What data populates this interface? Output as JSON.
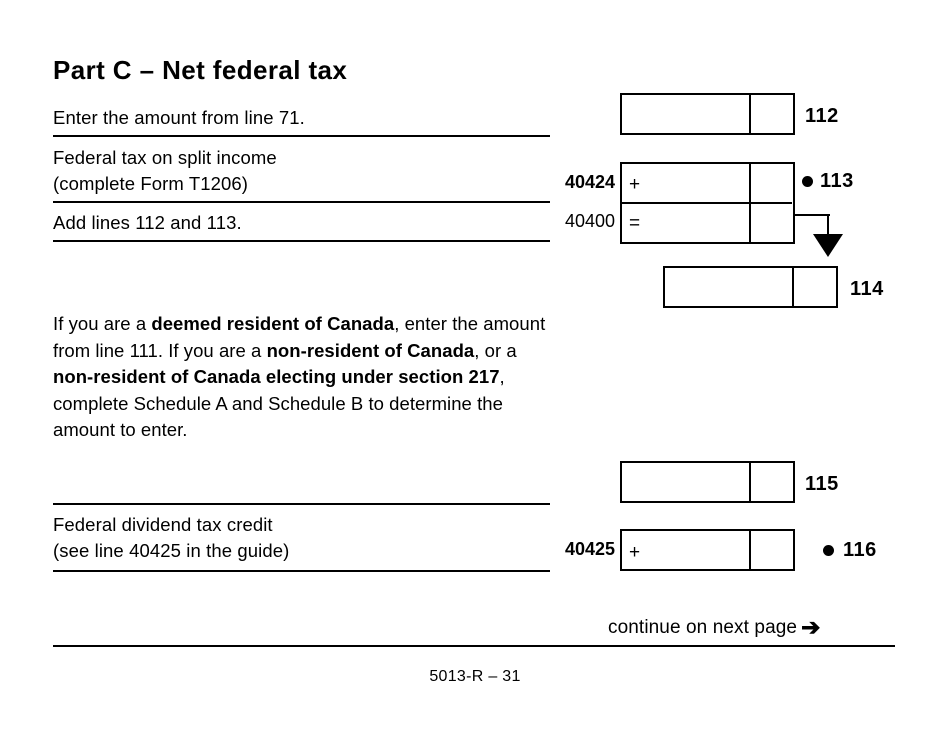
{
  "page": {
    "title": "Part C – Net federal tax",
    "form_id": "5013-R – 31",
    "continue_text": "continue on next page",
    "continue_arrow": "➔"
  },
  "rows": [
    {
      "id": "line-112",
      "label": "Enter the amount from line 71.",
      "code": "",
      "operator": "",
      "line_no": "112",
      "bullet": false,
      "value": "",
      "cents": ""
    },
    {
      "id": "line-113",
      "label_line1": "Federal tax on split income",
      "label_line2": "(complete Form T1206)",
      "code": "40424",
      "operator": "+",
      "line_no": "113",
      "bullet": true,
      "value": "",
      "cents": ""
    },
    {
      "id": "line-40400",
      "label": "Add lines 112 and 113.",
      "code": "40400",
      "operator": "=",
      "line_no": "",
      "bullet": false,
      "value": "",
      "cents": ""
    },
    {
      "id": "line-114",
      "label": "",
      "code": "",
      "operator": "",
      "line_no": "114",
      "bullet": false,
      "value": "",
      "cents": ""
    },
    {
      "id": "line-115",
      "label": "",
      "code": "",
      "operator": "",
      "line_no": "115",
      "bullet": false,
      "value": "",
      "cents": ""
    },
    {
      "id": "line-116",
      "label_line1": "Federal dividend tax credit",
      "label_line2": "(see line 40425 in the guide)",
      "code": "40425",
      "operator": "+",
      "line_no": "116",
      "bullet": true,
      "value": "",
      "cents": ""
    }
  ],
  "paragraph": {
    "seg1": "If you are a ",
    "bold1": "deemed resident of Canada",
    "seg2": ", enter the amount from line 111. If you are a ",
    "bold2": "non-resident of Canada",
    "seg3": ", or a ",
    "bold3": "non-resident of Canada electing under section 217",
    "seg4": ", complete Schedule A and Schedule B to determine the amount to enter."
  }
}
